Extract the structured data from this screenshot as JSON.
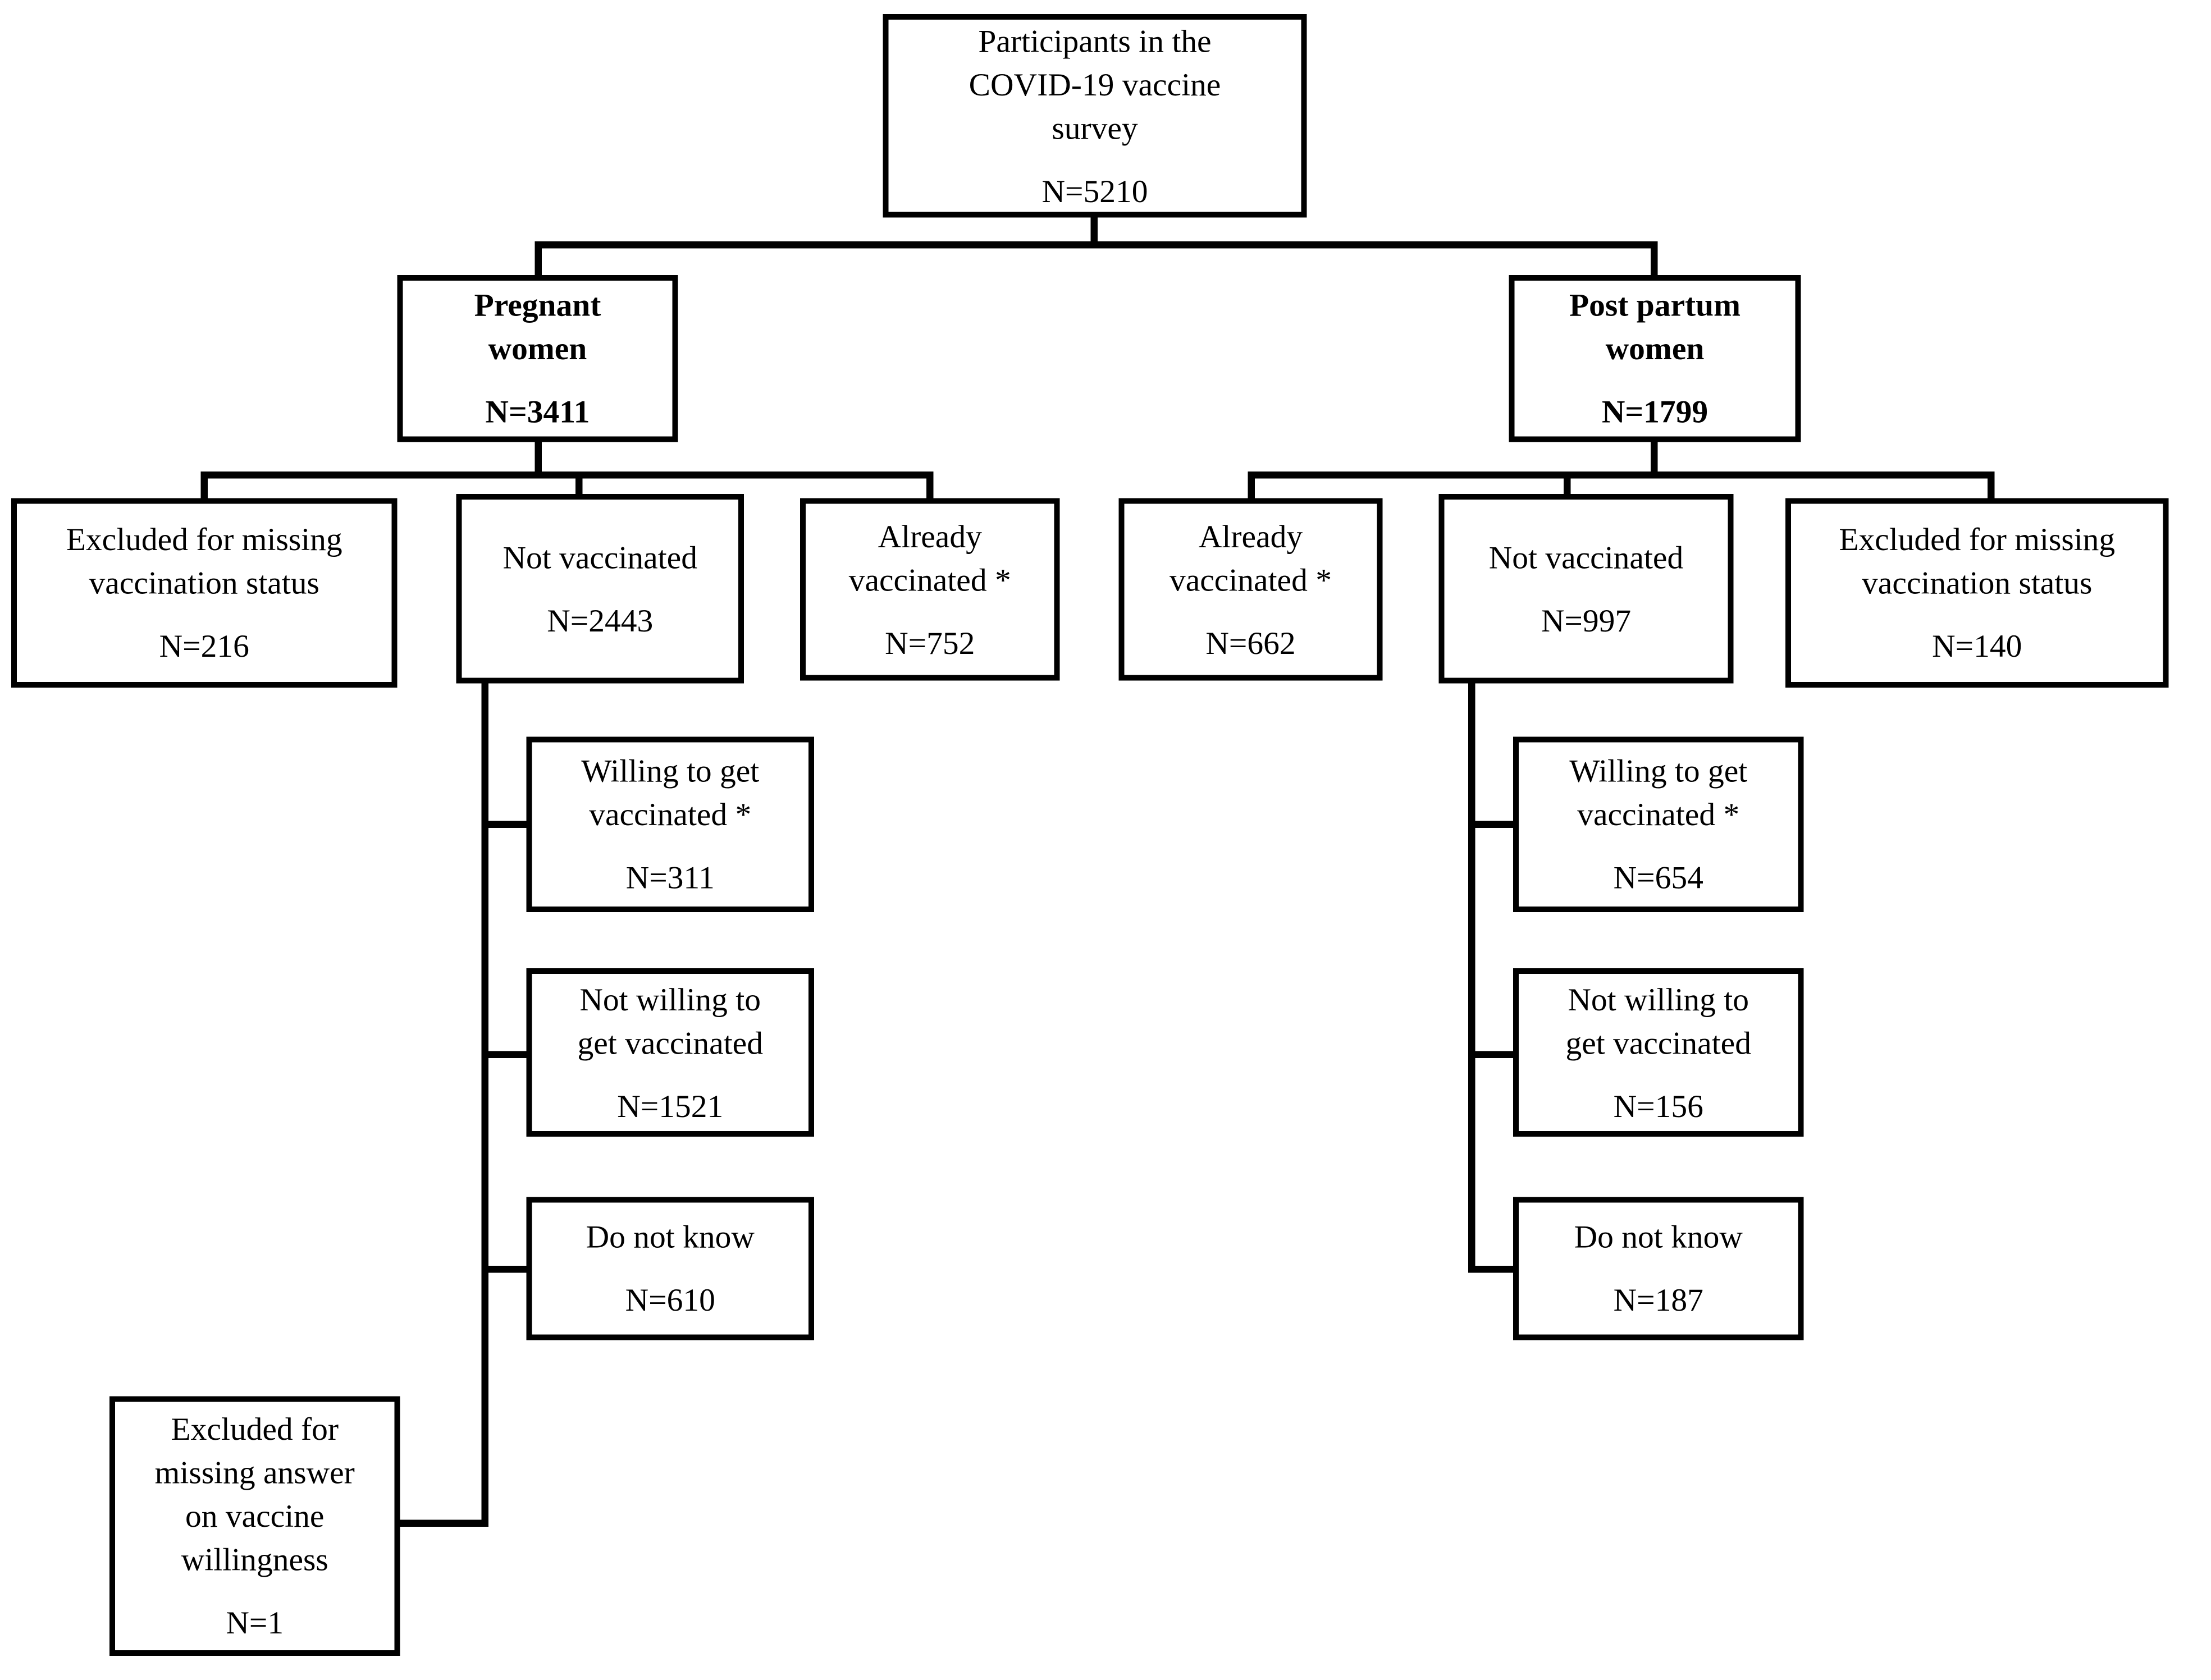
{
  "diagram": {
    "type": "flowchart",
    "colors": {
      "box_border": "#000000",
      "box_background": "#ffffff",
      "text": "#000000",
      "connector": "#000000"
    },
    "nodes": {
      "root": {
        "label": "Participants in the\nCOVID-19 vaccine\nsurvey",
        "n": "N=5210"
      },
      "pregnant": {
        "label": "Pregnant\nwomen",
        "n": "N=3411"
      },
      "postpartum": {
        "label": "Post partum\nwomen",
        "n": "N=1799"
      },
      "preg_excluded": {
        "label": "Excluded for missing\nvaccination status",
        "n": "N=216"
      },
      "preg_notvacc": {
        "label": "Not vaccinated",
        "n": "N=2443"
      },
      "preg_already": {
        "label": "Already\nvaccinated *",
        "n": "N=752"
      },
      "pp_already": {
        "label": "Already\nvaccinated *",
        "n": "N=662"
      },
      "pp_notvacc": {
        "label": "Not vaccinated",
        "n": "N=997"
      },
      "pp_excluded": {
        "label": "Excluded for missing\nvaccination status",
        "n": "N=140"
      },
      "preg_willing": {
        "label": "Willing to get\nvaccinated *",
        "n": "N=311"
      },
      "preg_notwilling": {
        "label": "Not willing to\nget vaccinated",
        "n": "N=1521"
      },
      "preg_dontknow": {
        "label": "Do not know",
        "n": "N=610"
      },
      "preg_excl_willing": {
        "label": "Excluded for\nmissing answer\non vaccine\nwillingness",
        "n": "N=1"
      },
      "pp_willing": {
        "label": "Willing to get\nvaccinated *",
        "n": "N=654"
      },
      "pp_notwilling": {
        "label": "Not willing to\nget vaccinated",
        "n": "N=156"
      },
      "pp_dontknow": {
        "label": "Do not know",
        "n": "N=187"
      }
    },
    "edges": [
      {
        "from": "root",
        "to": "pregnant"
      },
      {
        "from": "root",
        "to": "postpartum"
      },
      {
        "from": "pregnant",
        "to": "preg_excluded"
      },
      {
        "from": "pregnant",
        "to": "preg_notvacc"
      },
      {
        "from": "pregnant",
        "to": "preg_already"
      },
      {
        "from": "postpartum",
        "to": "pp_already"
      },
      {
        "from": "postpartum",
        "to": "pp_notvacc"
      },
      {
        "from": "postpartum",
        "to": "pp_excluded"
      },
      {
        "from": "preg_notvacc",
        "to": "preg_willing"
      },
      {
        "from": "preg_notvacc",
        "to": "preg_notwilling"
      },
      {
        "from": "preg_notvacc",
        "to": "preg_dontknow"
      },
      {
        "from": "preg_notvacc",
        "to": "preg_excl_willing"
      },
      {
        "from": "pp_notvacc",
        "to": "pp_willing"
      },
      {
        "from": "pp_notvacc",
        "to": "pp_notwilling"
      },
      {
        "from": "pp_notvacc",
        "to": "pp_dontknow"
      }
    ]
  }
}
